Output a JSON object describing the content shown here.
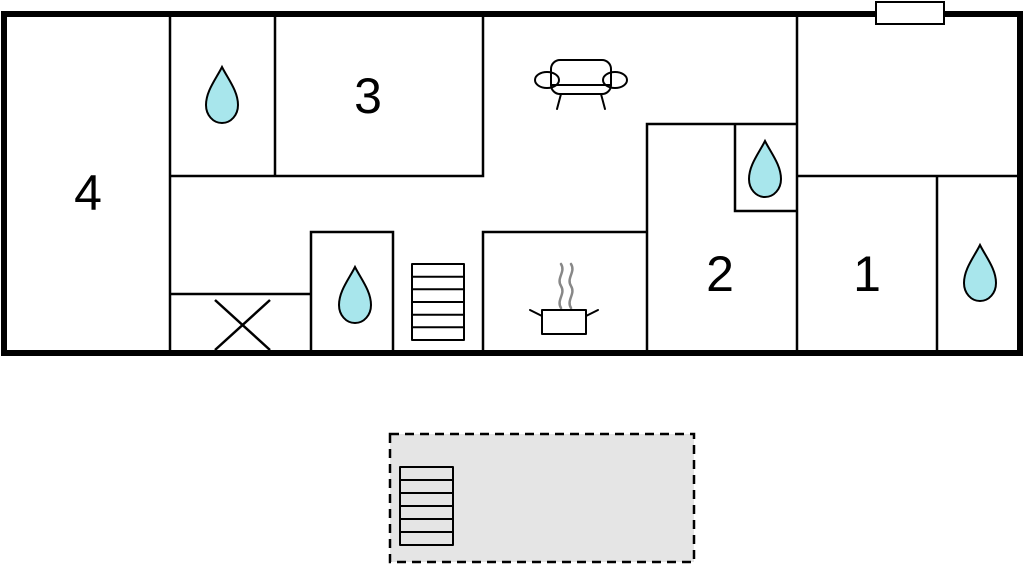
{
  "floorplan": {
    "rooms": [
      {
        "id": "room-4",
        "label": "4"
      },
      {
        "id": "room-3",
        "label": "3"
      },
      {
        "id": "room-2",
        "label": "2"
      },
      {
        "id": "room-1",
        "label": "1"
      }
    ],
    "icons": {
      "bathroom": "water-drop-icon",
      "living": "sofa-icon",
      "kitchen": "cooking-pot-icon",
      "stairs": "stairs-icon",
      "closet": "cross-icon",
      "window": "window-icon"
    },
    "colors": {
      "water": "#a8e6ec",
      "terrace": "#e5e5e5",
      "walls": "#000000"
    }
  }
}
